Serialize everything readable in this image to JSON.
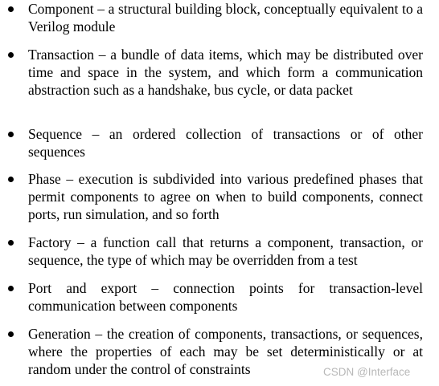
{
  "bullets": [
    {
      "text": "Component – a structural building block, conceptually equivalent to a Verilog module"
    },
    {
      "text": "Transaction – a bundle of data items, which may be distributed over time and space in the system, and which form a communication abstraction such as a handshake, bus cycle, or data packet"
    },
    {
      "text": "Sequence – an ordered collection of transactions or of other sequences"
    },
    {
      "text": "Phase – execution is subdivided into various predefined phases that permit components to agree on when to build components, connect ports, run simulation, and so forth"
    },
    {
      "text": "Factory – a function call that returns a component, transaction, or sequence, the type of which may be overridden from a test"
    },
    {
      "text": "Port and export – connection points for transaction-level communication between components"
    },
    {
      "text": "Generation – the creation of components, transactions, or sequences, where the properties of each may be set deterministically or at random under the control of constraints"
    }
  ],
  "watermark": "CSDN @Interface"
}
